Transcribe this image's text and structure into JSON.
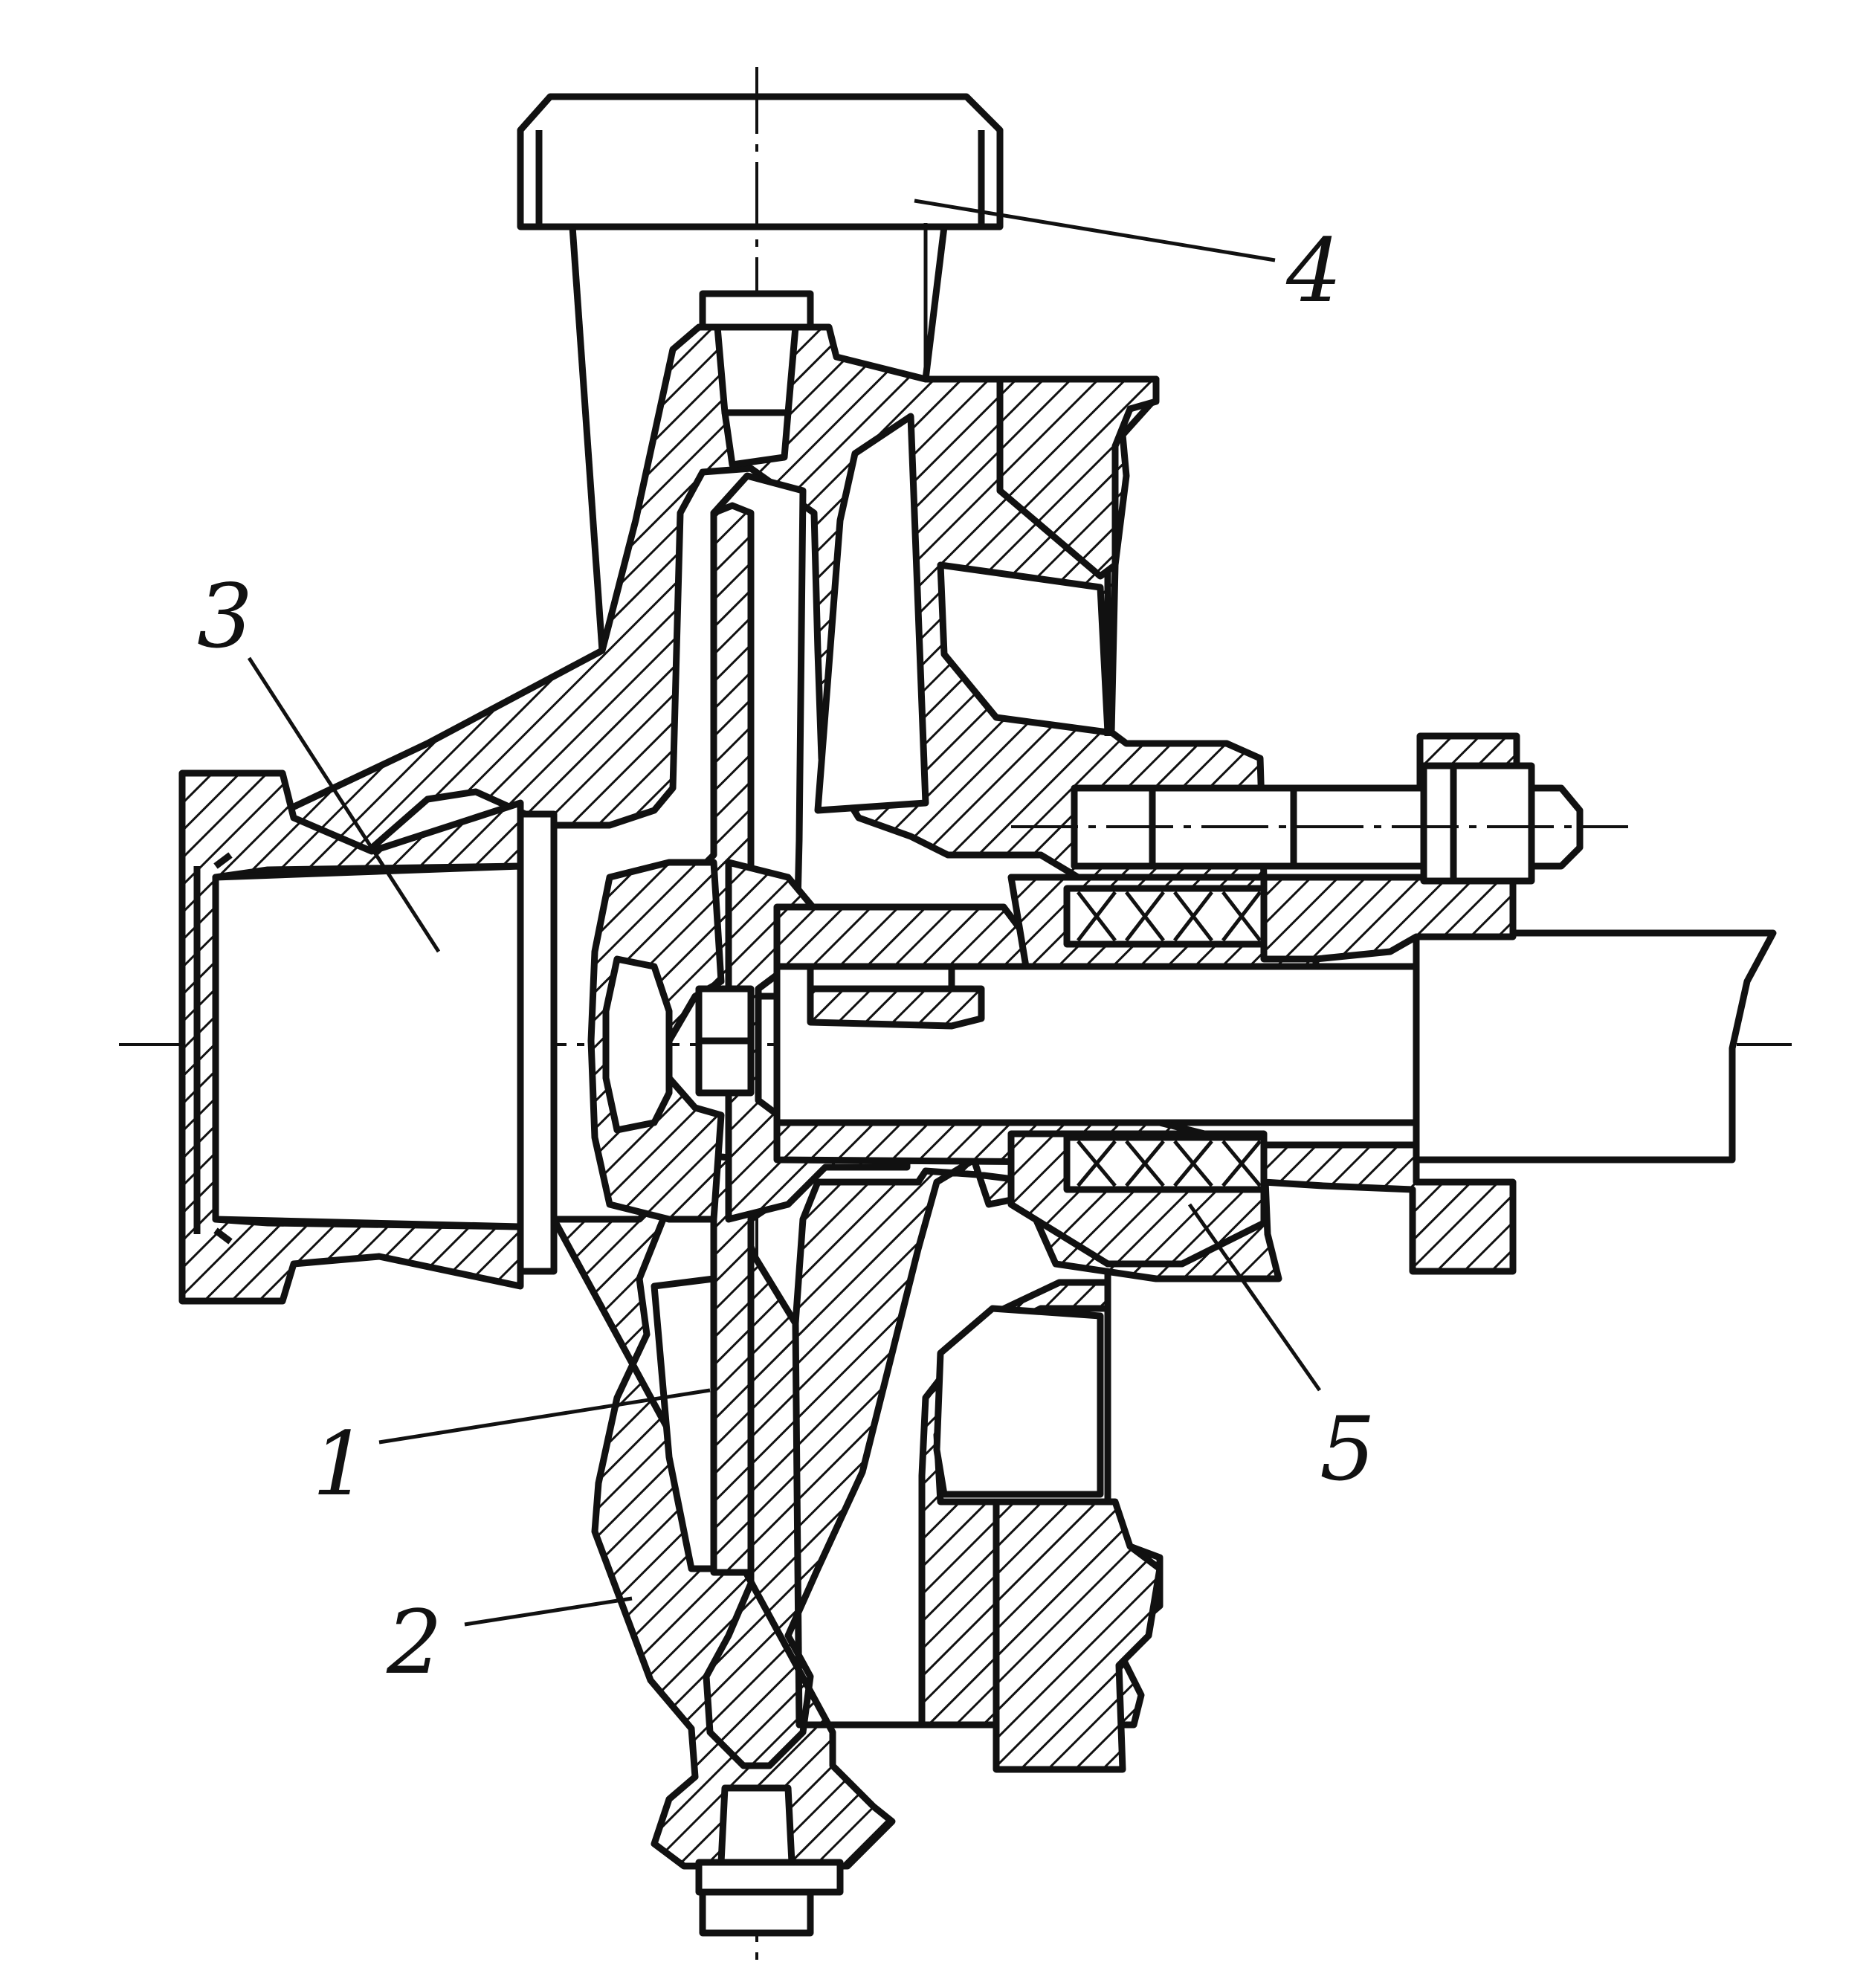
{
  "callouts": {
    "impeller": "1",
    "pump_casing": "2",
    "suction_inlet": "3",
    "discharge_outlet": "4",
    "shaft_seal": "5"
  }
}
